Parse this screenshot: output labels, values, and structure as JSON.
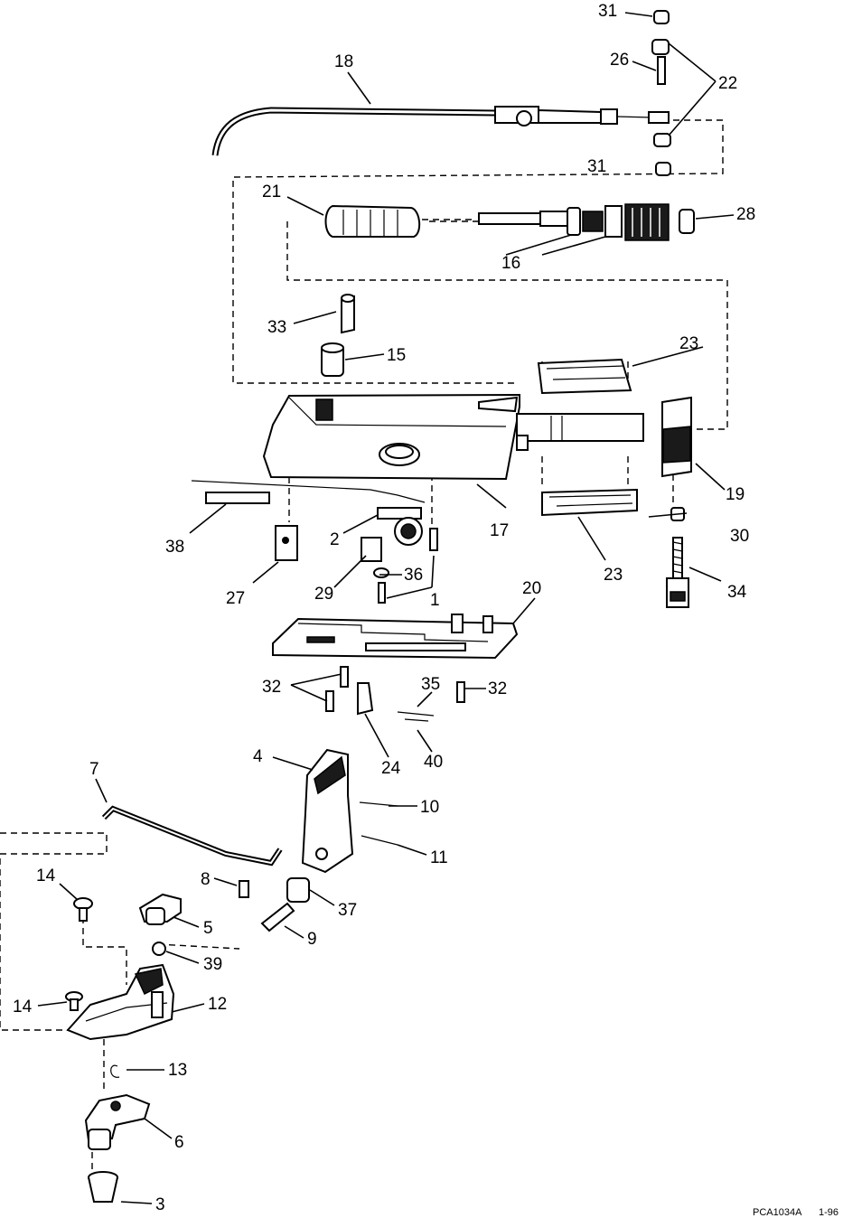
{
  "drawing_code": "PCA1034A",
  "drawing_date": "1-96",
  "callouts": {
    "c1": "1",
    "c2": "2",
    "c3": "3",
    "c4": "4",
    "c5": "5",
    "c6": "6",
    "c7": "7",
    "c8": "8",
    "c9": "9",
    "c10": "10",
    "c11": "11",
    "c12": "12",
    "c13": "13",
    "c14a": "14",
    "c14b": "14",
    "c15": "15",
    "c16": "16",
    "c17": "17",
    "c18": "18",
    "c19": "19",
    "c20": "20",
    "c21": "21",
    "c22": "22",
    "c23a": "23",
    "c23b": "23",
    "c24": "24",
    "c26": "26",
    "c27": "27",
    "c28": "28",
    "c29": "29",
    "c30": "30",
    "c31a": "31",
    "c31b": "31",
    "c32a": "32",
    "c32b": "32",
    "c33": "33",
    "c34": "34",
    "c35": "35",
    "c36": "36",
    "c37": "37",
    "c38": "38",
    "c39": "39",
    "c40": "40"
  }
}
